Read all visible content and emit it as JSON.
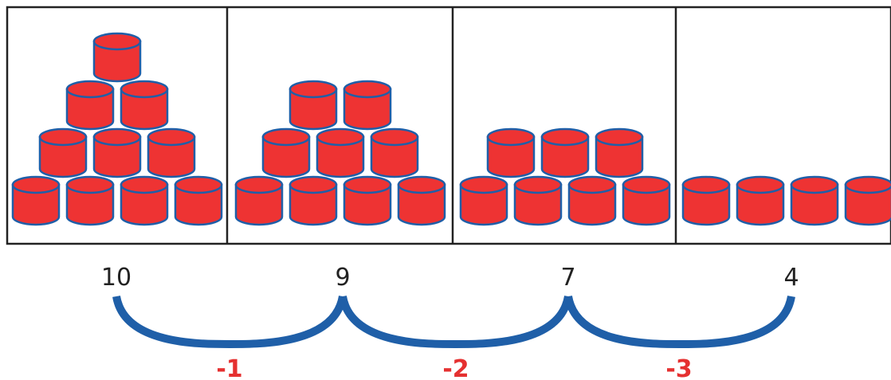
{
  "colors": {
    "can_fill": "#ee3333",
    "can_stroke": "#1f5fa8",
    "arc": "#1f5fa8",
    "change_text": "#e53030",
    "frame": "#222222"
  },
  "stacks": [
    {
      "count": "10",
      "rows": [
        4,
        3,
        2,
        1
      ]
    },
    {
      "count": "9",
      "rows": [
        4,
        3,
        2
      ]
    },
    {
      "count": "7",
      "rows": [
        4,
        3
      ]
    },
    {
      "count": "4",
      "rows": [
        4
      ]
    }
  ],
  "changes": [
    "-1",
    "-2",
    "-3"
  ]
}
